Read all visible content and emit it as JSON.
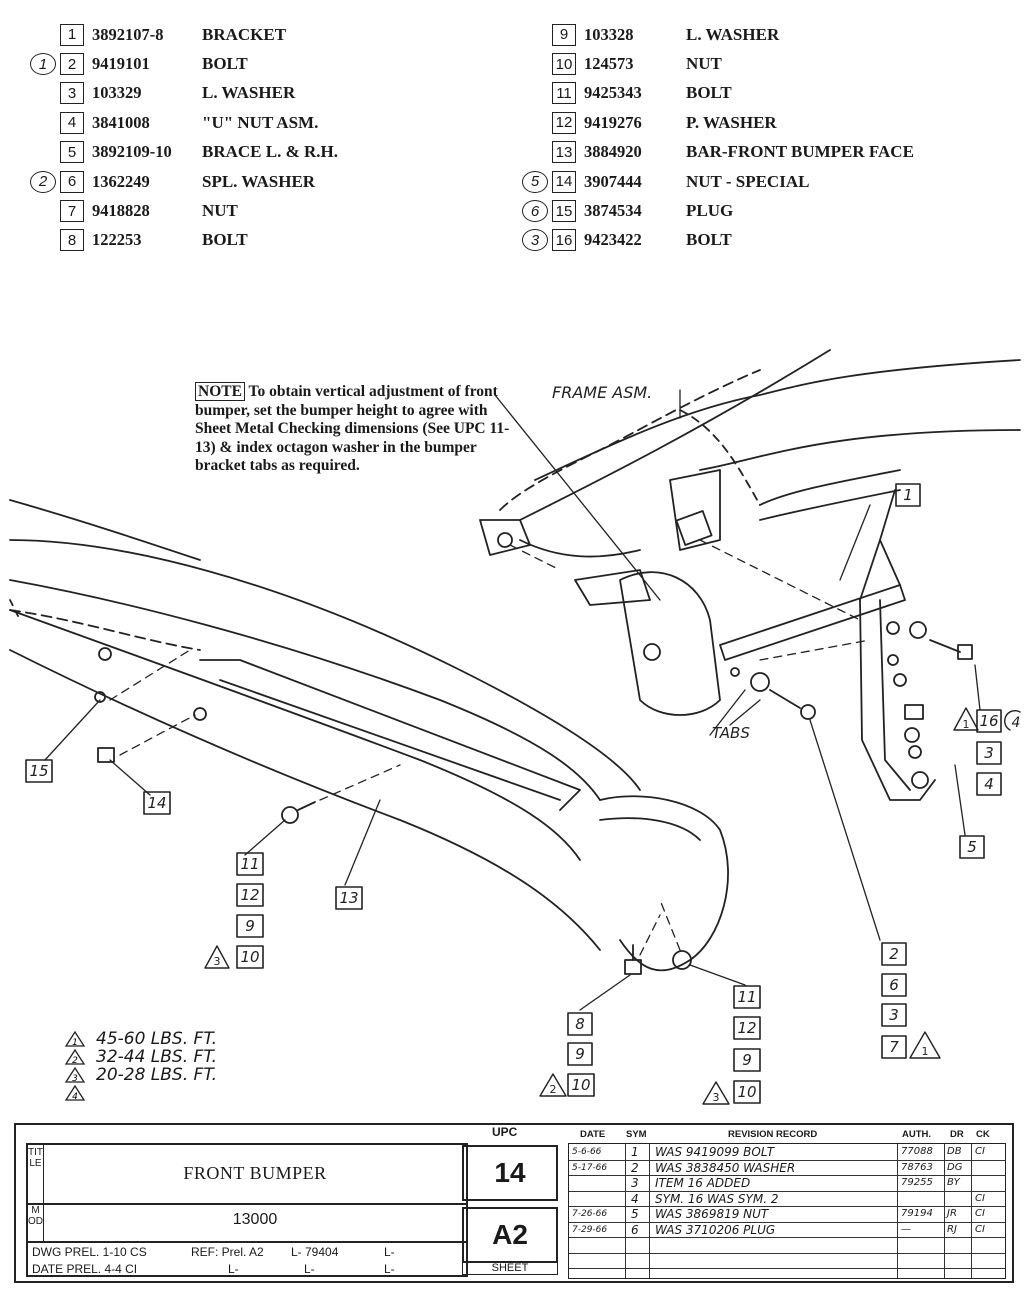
{
  "parts_left": [
    {
      "mark": "",
      "item": "1",
      "number": "3892107-8",
      "description": "BRACKET"
    },
    {
      "mark": "1",
      "item": "2",
      "number": "9419101",
      "description": "BOLT"
    },
    {
      "mark": "",
      "item": "3",
      "number": "103329",
      "description": "L. WASHER"
    },
    {
      "mark": "",
      "item": "4",
      "number": "3841008",
      "description": "\"U\" NUT ASM."
    },
    {
      "mark": "",
      "item": "5",
      "number": "3892109-10",
      "description": "BRACE L. & R.H."
    },
    {
      "mark": "2",
      "item": "6",
      "number": "1362249",
      "description": "SPL. WASHER"
    },
    {
      "mark": "",
      "item": "7",
      "number": "9418828",
      "description": "NUT"
    },
    {
      "mark": "",
      "item": "8",
      "number": "122253",
      "description": "BOLT"
    }
  ],
  "parts_right": [
    {
      "mark": "",
      "item": "9",
      "number": "103328",
      "description": "L. WASHER"
    },
    {
      "mark": "",
      "item": "10",
      "number": "124573",
      "description": "NUT"
    },
    {
      "mark": "",
      "item": "11",
      "number": "9425343",
      "description": "BOLT"
    },
    {
      "mark": "",
      "item": "12",
      "number": "9419276",
      "description": "P. WASHER"
    },
    {
      "mark": "",
      "item": "13",
      "number": "3884920",
      "description": "BAR-FRONT BUMPER FACE"
    },
    {
      "mark": "5",
      "item": "14",
      "number": "3907444",
      "description": "NUT - SPECIAL"
    },
    {
      "mark": "6",
      "item": "15",
      "number": "3874534",
      "description": "PLUG"
    },
    {
      "mark": "3",
      "item": "16",
      "number": "9423422",
      "description": "BOLT"
    }
  ],
  "note": {
    "label": "NOTE",
    "text": "To obtain vertical adjustment of front bumper, set the bumper height to agree with Sheet Metal Checking dimensions (See UPC 11-13) & index octagon washer in the bumper bracket tabs as required."
  },
  "drawing_labels": {
    "frame": "FRAME ASM.",
    "tabs": "TABS"
  },
  "callouts": {
    "c1": "1",
    "c16": "16",
    "c3": "3",
    "c4": "4",
    "c5": "5",
    "c15": "15",
    "c14": "14",
    "l11": "11",
    "l12": "12",
    "l9": "9",
    "l10": "10",
    "l13": "13",
    "r2": "2",
    "r6": "6",
    "r3": "3",
    "r7": "7",
    "b11": "11",
    "b12": "12",
    "b9": "9",
    "b10": "10",
    "m8": "8",
    "m9": "9",
    "m10": "10",
    "t1": "1",
    "t2": "2",
    "t3": "3",
    "t4": "4"
  },
  "torque_specs": [
    {
      "symbol": "1",
      "text": "45-60 LBS. FT."
    },
    {
      "symbol": "2",
      "text": "32-44 LBS. FT."
    },
    {
      "symbol": "3",
      "text": "20-28 LBS. FT."
    },
    {
      "symbol": "4",
      "text": ""
    }
  ],
  "title_block": {
    "side_title": "TITLE",
    "title": "FRONT BUMPER",
    "side_mod": "MOD",
    "model": "13000",
    "dwg": "DWG PREL. 1-10 CS",
    "date": "DATE PREL. 4-4 CI",
    "ref": "REF: Prel. A2",
    "l_ref1": "L- 79404",
    "l_ref2": "L-",
    "l_ref3": "L-",
    "l_ref4": "L-",
    "l_ref5": "L-",
    "upc_label": "UPC",
    "upc": "14",
    "sheet": "A2",
    "sheet_label": "SHEET"
  },
  "revision_headers": {
    "date": "DATE",
    "sym": "SYM",
    "record": "REVISION RECORD",
    "auth": "AUTH.",
    "dr": "DR",
    "ck": "CK"
  },
  "revisions": [
    {
      "date": "5-6-66",
      "sym": "1",
      "record": "WAS 9419099 BOLT",
      "auth": "77088",
      "dr": "DB",
      "ck": "CI"
    },
    {
      "date": "5-17-66",
      "sym": "2",
      "record": "WAS 3838450 WASHER",
      "auth": "78763",
      "dr": "DG",
      "ck": ""
    },
    {
      "date": "",
      "sym": "3",
      "record": "ITEM 16 ADDED",
      "auth": "79255",
      "dr": "BY",
      "ck": ""
    },
    {
      "date": "",
      "sym": "4",
      "record": "SYM. 16 WAS SYM. 2",
      "auth": "",
      "dr": "",
      "ck": "CI"
    },
    {
      "date": "7-26-66",
      "sym": "5",
      "record": "WAS 3869819 NUT",
      "auth": "79194",
      "dr": "JR",
      "ck": "CI"
    },
    {
      "date": "7-29-66",
      "sym": "6",
      "record": "WAS 3710206 PLUG",
      "auth": "—",
      "dr": "RJ",
      "ck": "CI"
    },
    {
      "date": "",
      "sym": "",
      "record": "",
      "auth": "",
      "dr": "",
      "ck": ""
    },
    {
      "date": "",
      "sym": "",
      "record": "",
      "auth": "",
      "dr": "",
      "ck": ""
    }
  ]
}
